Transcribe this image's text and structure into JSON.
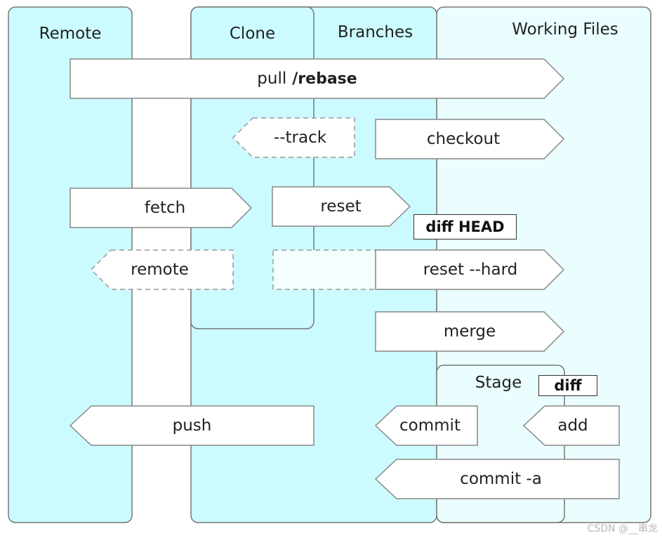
{
  "columns": {
    "remote": "Remote",
    "clone": "Clone",
    "branches": "Branches",
    "working_files": "Working Files",
    "stage": "Stage"
  },
  "commands": {
    "pull": "pull",
    "rebase": "/rebase",
    "track": "--track",
    "checkout": "checkout",
    "fetch": "fetch",
    "reset": "reset",
    "diff_head": "diff  HEAD",
    "remote": "remote",
    "reset_hard": "reset --hard",
    "merge": "merge",
    "diff": "diff",
    "push": "push",
    "commit": "commit",
    "add": "add",
    "commit_a": "commit -a"
  },
  "colors": {
    "panel_cyan": "#ccfbff",
    "panel_light": "#eafdff",
    "outline": "#777777",
    "arrow_fill": "#ffffff"
  },
  "watermark": "CSDN @__串龙"
}
